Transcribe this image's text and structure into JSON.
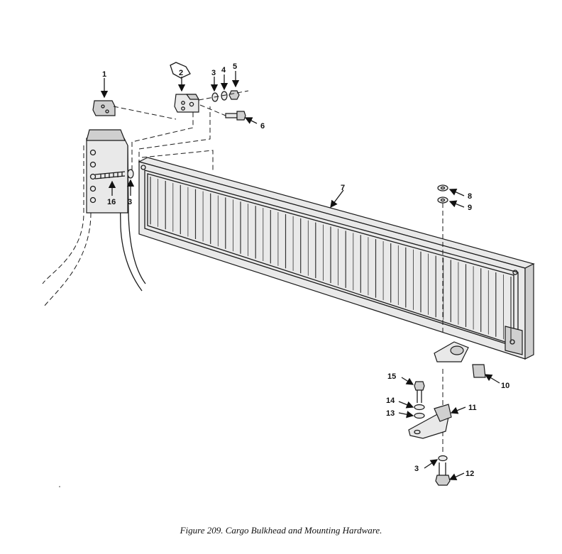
{
  "figure": {
    "caption": "Figure 209.  Cargo Bulkhead and Mounting Hardware."
  },
  "callouts": {
    "c1": "1",
    "c2": "2",
    "c3a": "3",
    "c4": "4",
    "c5": "5",
    "c6": "6",
    "c7": "7",
    "c8": "8",
    "c9": "9",
    "c10": "10",
    "c11": "11",
    "c12": "12",
    "c13": "13",
    "c14": "14",
    "c15": "15",
    "c16": "16",
    "c3b": "3",
    "c3c": "3"
  }
}
